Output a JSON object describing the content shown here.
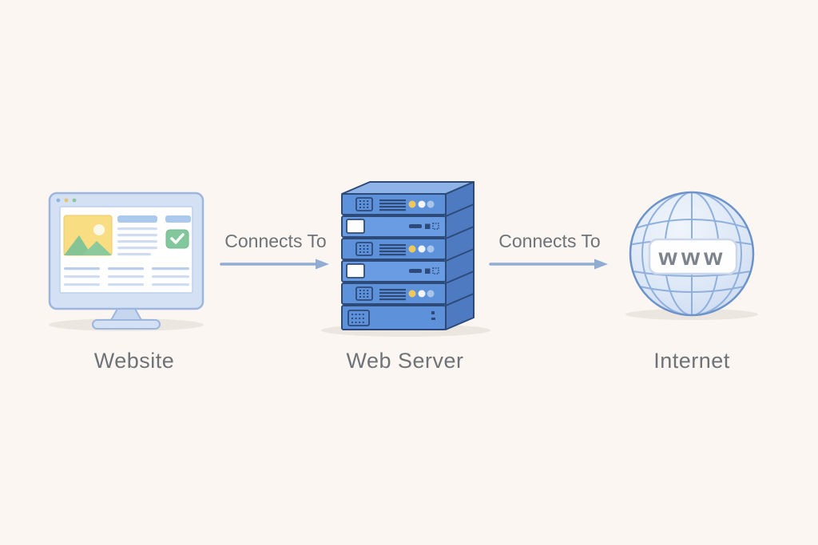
{
  "diagram": {
    "nodes": [
      {
        "id": "website",
        "label": "Website",
        "icon": "monitor-icon"
      },
      {
        "id": "web-server",
        "label": "Web Server",
        "icon": "server-rack-icon"
      },
      {
        "id": "internet",
        "label": "Internet",
        "icon": "globe-icon",
        "globe_text": "www"
      }
    ],
    "connections": [
      {
        "from": "website",
        "to": "web-server",
        "label": "Connects To"
      },
      {
        "from": "web-server",
        "to": "internet",
        "label": "Connects To"
      }
    ],
    "colors": {
      "background": "#fbf6f2",
      "label_text": "#6e7378",
      "arrow": "#90acd3",
      "server_blue": "#5d91d9",
      "outline_navy": "#2e4a78",
      "monitor_bezel_blue": "#d4e1f4",
      "globe_fill": "#dce7f6",
      "accent_yellow": "#eec75f",
      "accent_green": "#83c79d"
    }
  }
}
